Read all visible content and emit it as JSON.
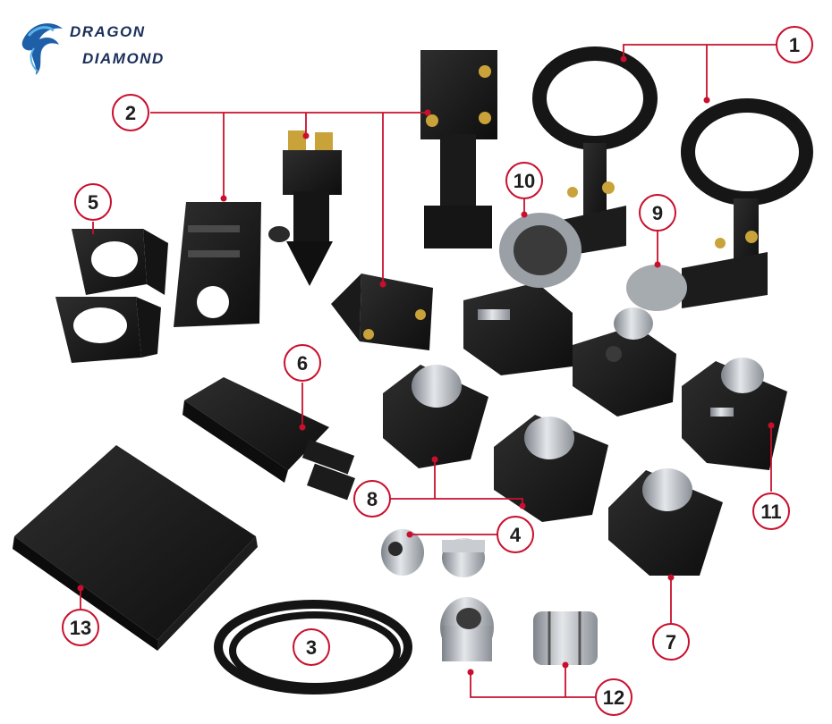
{
  "brand": {
    "line1": "DRAGON",
    "line2": "DIAMOND",
    "icon": "dragon-logo-icon",
    "color": "#1a2f5a"
  },
  "colors": {
    "callout": "#c8102e",
    "part": "#1b1b1b",
    "metal": "#b8bcc2",
    "brass": "#c9a23a"
  },
  "callouts": [
    "1",
    "2",
    "3",
    "4",
    "5",
    "6",
    "7",
    "8",
    "9",
    "10",
    "11",
    "12",
    "13"
  ]
}
